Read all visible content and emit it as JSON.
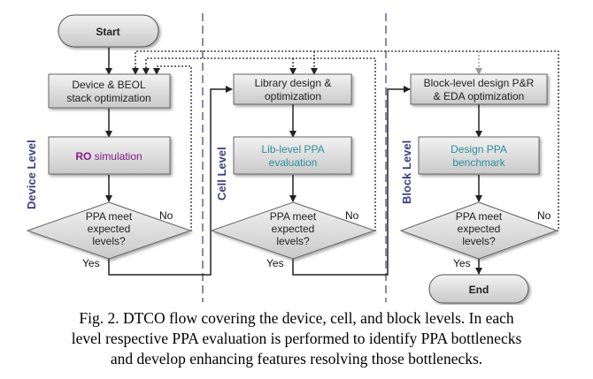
{
  "levels": {
    "device": "Device Level",
    "cell": "Cell Level",
    "block": "Block Level"
  },
  "nodes": {
    "start": "Start",
    "end": "End",
    "device_opt": [
      "Device & BEOL",
      "stack optimization"
    ],
    "ro_bold": "RO",
    "ro_rest": " simulation",
    "library_opt": [
      "Library design &",
      "optimization"
    ],
    "lib_ppa": [
      "Lib-level PPA",
      "evaluation"
    ],
    "block_opt": [
      "Block-level design P&R",
      "& EDA optimization"
    ],
    "design_ppa": [
      "Design PPA",
      "benchmark"
    ],
    "decision": [
      "PPA meet",
      "expected",
      "levels?"
    ]
  },
  "labels": {
    "yes": "Yes",
    "no": "No"
  },
  "caption": [
    "Fig. 2. DTCO flow covering the device, cell, and block levels. In each",
    "level respective PPA evaluation is performed to identify PPA bottlenecks",
    "and develop enhancing features resolving those bottlenecks."
  ],
  "colors": {
    "accent_purple": "#8b1a8b",
    "accent_teal": "#2a8fa0",
    "level_blue": "#3b3f86",
    "box_fill": "#d9d9d9"
  }
}
